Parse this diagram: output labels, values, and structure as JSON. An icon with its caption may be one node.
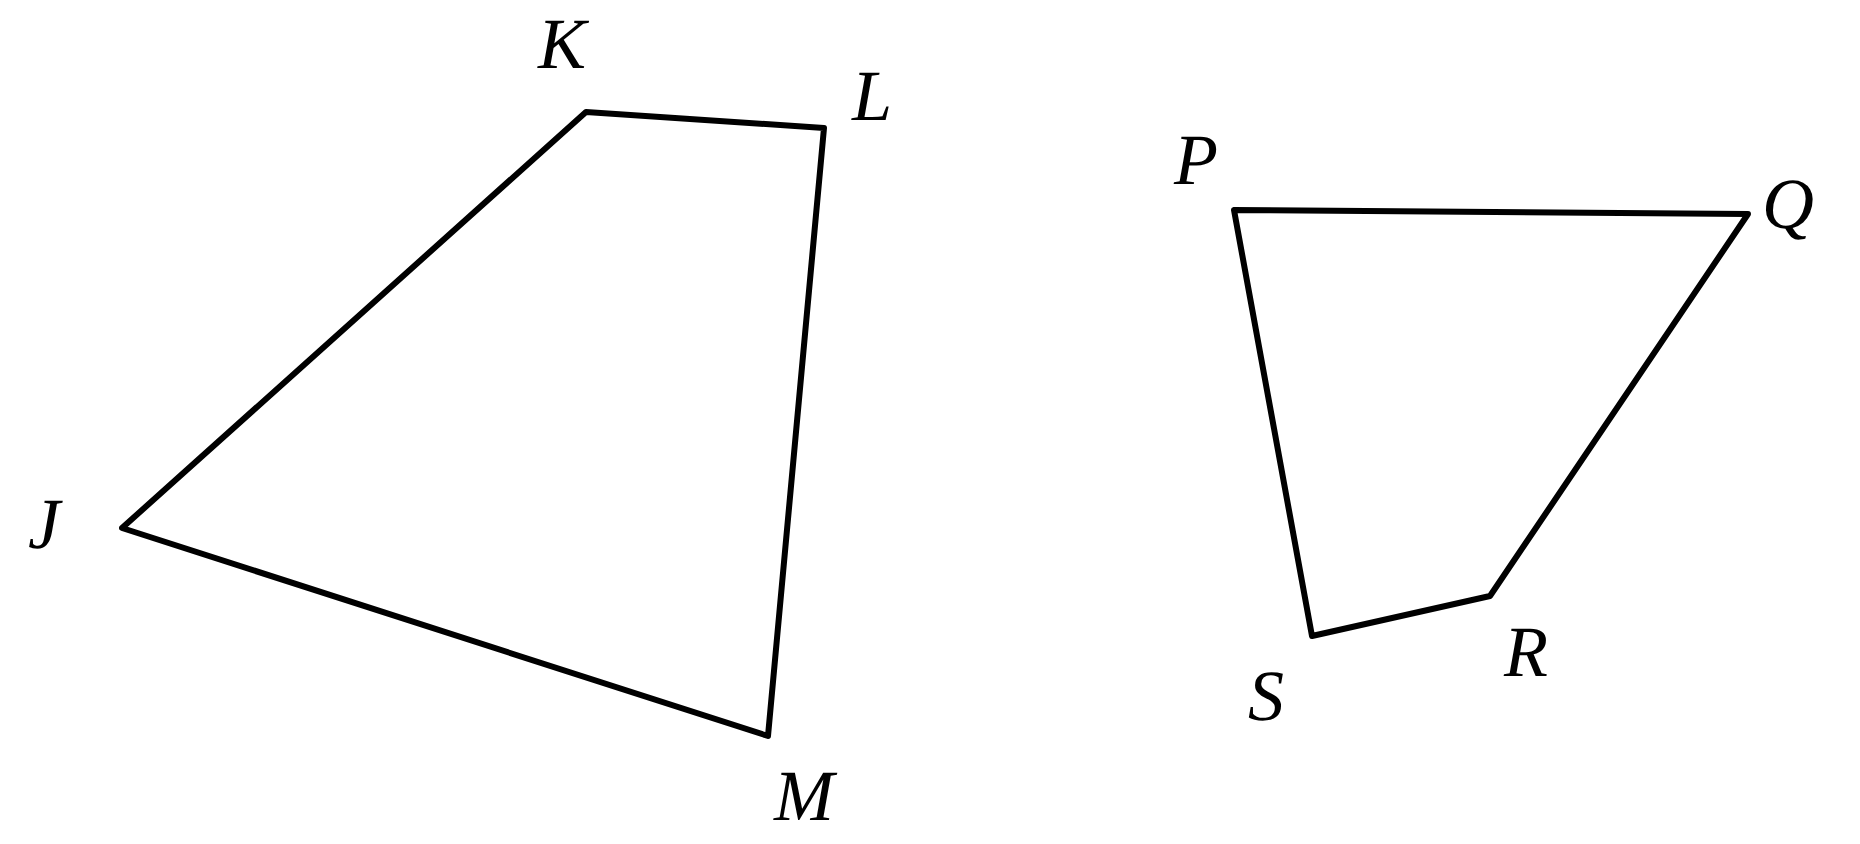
{
  "diagram": {
    "labels": [
      "K",
      "L",
      "P",
      "Q",
      "J",
      "R",
      "S",
      "M"
    ]
  }
}
